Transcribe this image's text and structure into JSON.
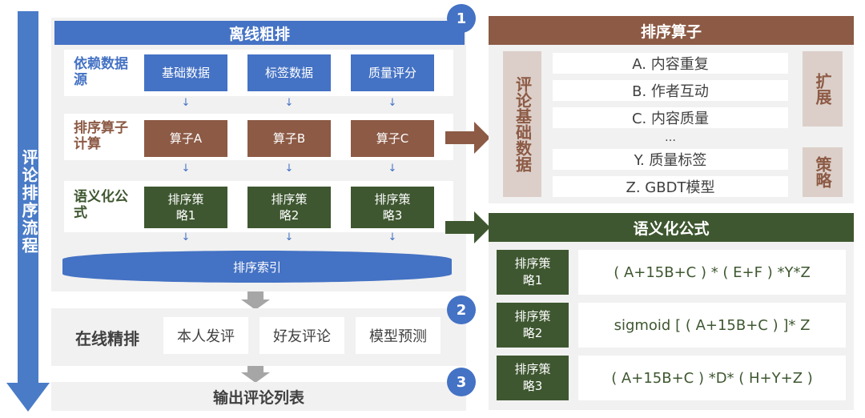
{
  "flow_label": "评论排序流程",
  "offline": {
    "title": "离线粗排",
    "rows": [
      {
        "label": "依赖数据源",
        "boxes": [
          "基础数据",
          "标签数据",
          "质量评分"
        ]
      },
      {
        "label": "排序算子计算",
        "boxes": [
          "算子A",
          "算子B",
          "算子C"
        ]
      },
      {
        "label": "语义化公式",
        "boxes": [
          "排序策略1",
          "排序策略2",
          "排序策略3"
        ]
      }
    ],
    "index_label": "排序索引",
    "colors": {
      "blue": "#4472c4",
      "brown": "#8c5a45",
      "green": "#3e5730"
    }
  },
  "online": {
    "label": "在线精排",
    "boxes": [
      "本人发评",
      "好友评论",
      "模型预测"
    ]
  },
  "output_label": "输出评论列表",
  "step_numbers": [
    "1",
    "2",
    "3"
  ],
  "operators": {
    "title": "排序算子",
    "base_label": "评论基础数据",
    "items": [
      "A. 内容重复",
      "B. 作者互动",
      "C. 内容质量",
      "…",
      "Y. 质量标签",
      "Z. GBDT模型"
    ],
    "side_labels": [
      "扩展",
      "策略"
    ]
  },
  "semantic": {
    "title": "语义化公式",
    "strategies": [
      {
        "name": "排序策略1",
        "formula": "( A+15B+C ) * ( E+F ) *Y*Z"
      },
      {
        "name": "排序策略2",
        "formula": "sigmoid [ ( A+15B+C ) ]* Z"
      },
      {
        "name": "排序策略3",
        "formula": "( A+15B+C ) *D* ( H+Y+Z )"
      }
    ]
  }
}
